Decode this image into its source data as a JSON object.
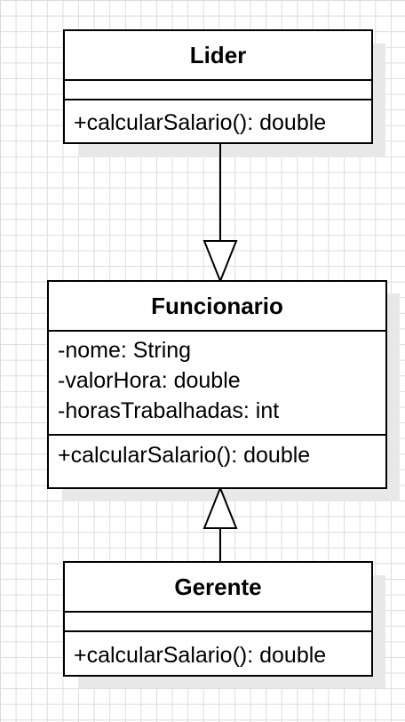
{
  "classes": {
    "lider": {
      "name": "Lider",
      "attributes": [],
      "operations": [
        "+calcularSalario(): double"
      ]
    },
    "funcionario": {
      "name": "Funcionario",
      "attributes": [
        "-nome: String",
        "-valorHora: double",
        "-horasTrabalhadas: int"
      ],
      "operations": [
        "+calcularSalario(): double"
      ]
    },
    "gerente": {
      "name": "Gerente",
      "attributes": [],
      "operations": [
        "+calcularSalario(): double"
      ]
    }
  },
  "relations": [
    {
      "type": "generalization",
      "from": "lider",
      "to": "funcionario"
    },
    {
      "type": "generalization",
      "from": "gerente",
      "to": "funcionario"
    }
  ],
  "colors": {
    "stroke": "#000000",
    "fill": "#ffffff",
    "shadow": "#e8e8e8",
    "grid": "#dcdcdc"
  }
}
